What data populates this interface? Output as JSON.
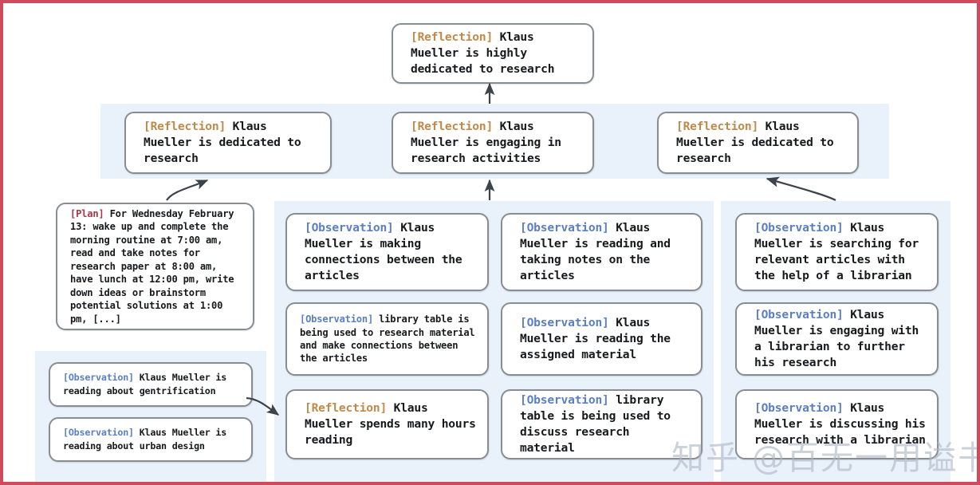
{
  "frame": {
    "border_color": "#cf4b5c",
    "band_color": "#e9f1fb"
  },
  "tag_colors": {
    "reflection": "#c08a4a",
    "observation": "#5a7fc4",
    "plan": "#a8374a"
  },
  "top_node": {
    "tag": "[Reflection]",
    "text": " Klaus Mueller is highly dedicated to research"
  },
  "reflection_row": [
    {
      "tag": "[Reflection]",
      "text": " Klaus Mueller is dedicated to research"
    },
    {
      "tag": "[Reflection]",
      "text": " Klaus Mueller is engaging in research activities"
    },
    {
      "tag": "[Reflection]",
      "text": " Klaus Mueller is dedicated to research"
    }
  ],
  "plan_node": {
    "tag": "[Plan]",
    "text": " For Wednesday February 13: wake up and complete the morning routine at 7:00 am, read and take notes for research paper at 8:00 am, have lunch at 12:00 pm, write down ideas or brainstorm potential solutions at 1:00 pm, [...]"
  },
  "bottom_left_group": [
    {
      "tag": "[Observation]",
      "text": " Klaus Mueller is reading about gentrification"
    },
    {
      "tag": "[Observation]",
      "text": " Klaus Mueller is reading about urban design"
    }
  ],
  "column_left": [
    {
      "tag": "[Observation]",
      "text": " Klaus Mueller is making connections between the articles"
    },
    {
      "tag": "[Observation]",
      "text": " library table is being used to research material and make connections between the articles"
    },
    {
      "tag": "[Reflection]",
      "text": " Klaus Mueller spends many hours reading"
    }
  ],
  "column_mid": [
    {
      "tag": "[Observation]",
      "text": " Klaus Mueller is reading and taking notes on the articles"
    },
    {
      "tag": "[Observation]",
      "text": " Klaus Mueller is reading the assigned material"
    },
    {
      "tag": "[Observation]",
      "text": " library table is being used to discuss research material"
    }
  ],
  "column_right": [
    {
      "tag": "[Observation]",
      "text": " Klaus Mueller is searching for relevant articles with the help of a librarian"
    },
    {
      "tag": "[Observation]",
      "text": " Klaus Mueller is engaging with a librarian to further his research"
    },
    {
      "tag": "[Observation]",
      "text": " Klaus Mueller is discussing his research with a librarian"
    }
  ],
  "watermark": {
    "text": "知乎 @百无一用谥书生"
  }
}
